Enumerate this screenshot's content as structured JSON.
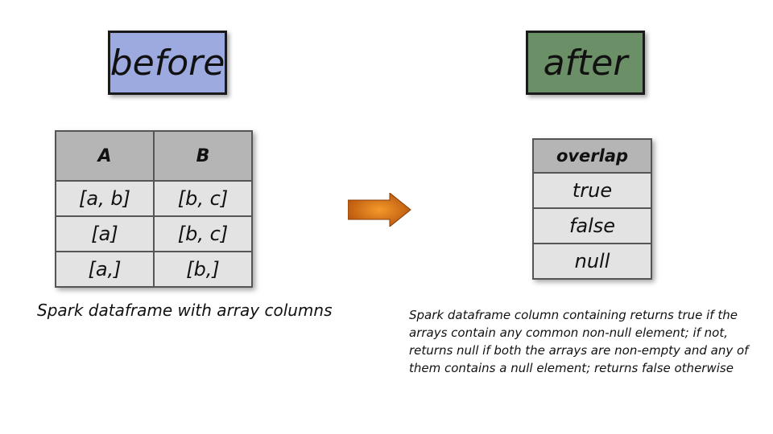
{
  "before": {
    "title": "before",
    "color": "#9daadf",
    "columns": [
      "A",
      "B"
    ],
    "rows": [
      [
        "[a, b]",
        "[b, c]"
      ],
      [
        "[a]",
        "[b, c]"
      ],
      [
        "[a,]",
        "[b,]"
      ]
    ],
    "caption": "Spark dataframe with array columns"
  },
  "arrow": {
    "icon": "right-arrow-icon",
    "color": "#d9690e"
  },
  "after": {
    "title": "after",
    "color": "#6b8f66",
    "column": "overlap",
    "rows": [
      "true",
      "false",
      "null"
    ],
    "caption": "Spark dataframe column containing returns true if the arrays contain any common non-null element; if not, returns null if both the arrays are non-empty and any of them contains a null element; returns false otherwise"
  }
}
